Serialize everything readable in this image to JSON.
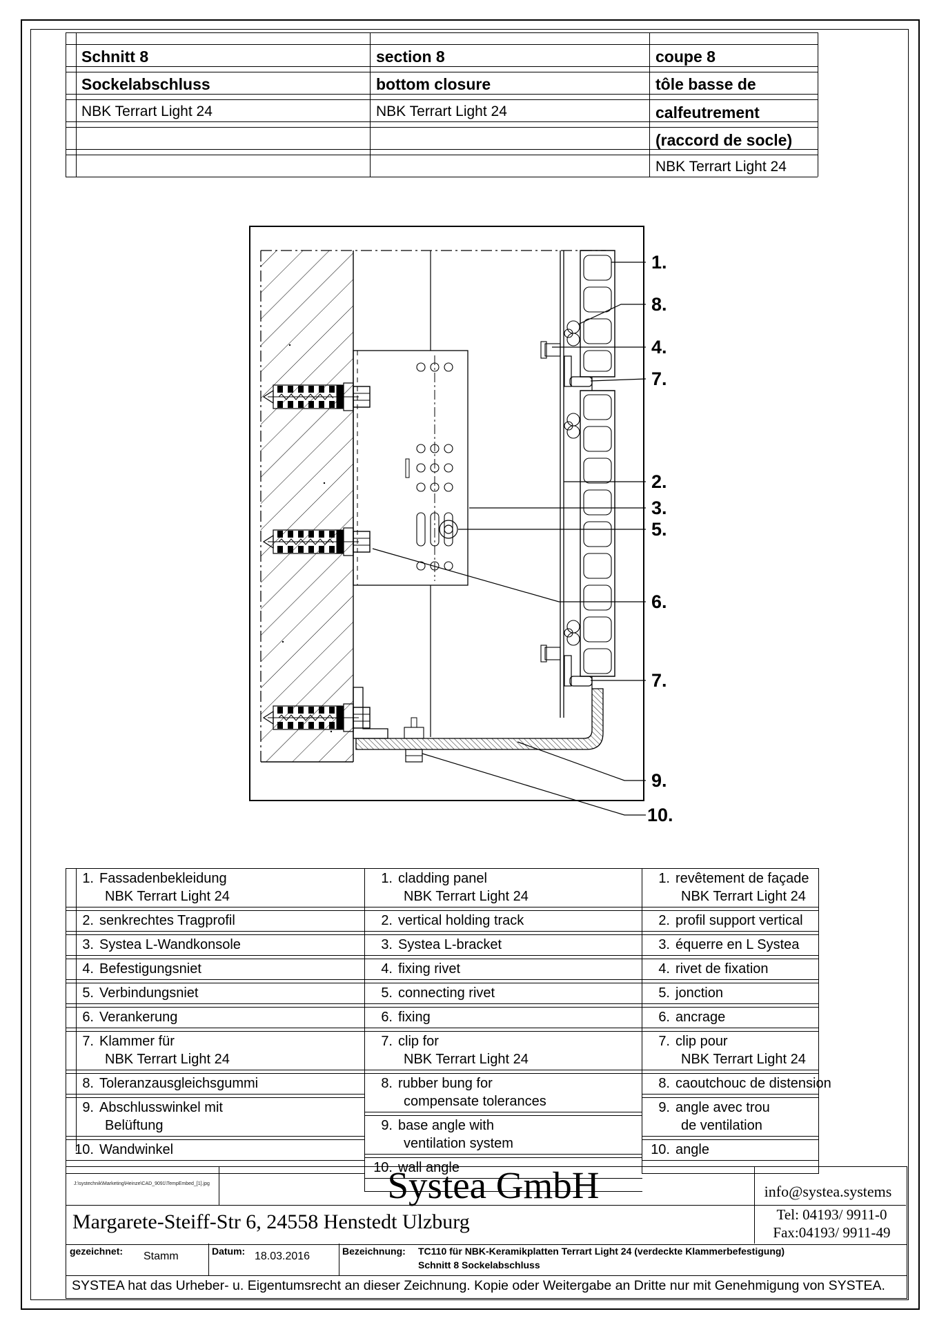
{
  "header": {
    "de": {
      "title": "Schnitt 8",
      "subtitle": "Sockelabschluss",
      "product": "NBK Terrart Light 24"
    },
    "en": {
      "title": "section 8",
      "subtitle": "bottom closure",
      "product": "NBK Terrart Light 24"
    },
    "fr": {
      "title": "coupe 8",
      "subtitle_l1": "tôle basse de",
      "subtitle_l2": "calfeutrement",
      "subtitle_l3": "(raccord de socle)",
      "product": "NBK Terrart Light 24"
    }
  },
  "drawing": {
    "callouts": [
      {
        "label": "1."
      },
      {
        "label": "8."
      },
      {
        "label": "4."
      },
      {
        "label": "7."
      },
      {
        "label": "2."
      },
      {
        "label": "3."
      },
      {
        "label": "5."
      },
      {
        "label": "6."
      },
      {
        "label": "7."
      },
      {
        "label": "9."
      },
      {
        "label": "10."
      }
    ]
  },
  "legend": {
    "columns": [
      {
        "lang": "de",
        "items": [
          {
            "num": "1.",
            "lines": [
              "Fassadenbekleidung",
              "NBK Terrart Light 24"
            ]
          },
          {
            "num": "2.",
            "lines": [
              "senkrechtes Tragprofil"
            ]
          },
          {
            "num": "3.",
            "lines": [
              "Systea L-Wandkonsole"
            ]
          },
          {
            "num": "4.",
            "lines": [
              "Befestigungsniet"
            ]
          },
          {
            "num": "5.",
            "lines": [
              "Verbindungsniet"
            ]
          },
          {
            "num": "6.",
            "lines": [
              "Verankerung"
            ]
          },
          {
            "num": "7.",
            "lines": [
              "Klammer für",
              "NBK Terrart Light 24"
            ]
          },
          {
            "num": "8.",
            "lines": [
              "Toleranzausgleichsgummi"
            ]
          },
          {
            "num": "9.",
            "lines": [
              "Abschlusswinkel mit",
              "Belüftung"
            ]
          },
          {
            "num": "10.",
            "lines": [
              "Wandwinkel"
            ]
          }
        ]
      },
      {
        "lang": "en",
        "items": [
          {
            "num": "1.",
            "lines": [
              "cladding panel",
              "NBK Terrart Light 24"
            ]
          },
          {
            "num": "2.",
            "lines": [
              "vertical holding track"
            ]
          },
          {
            "num": "3.",
            "lines": [
              "Systea L-bracket"
            ]
          },
          {
            "num": "4.",
            "lines": [
              "fixing rivet"
            ]
          },
          {
            "num": "5.",
            "lines": [
              "connecting rivet"
            ]
          },
          {
            "num": "6.",
            "lines": [
              "fixing"
            ]
          },
          {
            "num": "7.",
            "lines": [
              "clip for",
              "NBK Terrart Light 24"
            ]
          },
          {
            "num": "8.",
            "lines": [
              "rubber bung for",
              "compensate tolerances"
            ]
          },
          {
            "num": "9.",
            "lines": [
              "base angle with",
              "ventilation system"
            ]
          },
          {
            "num": "10.",
            "lines": [
              "wall angle"
            ]
          }
        ]
      },
      {
        "lang": "fr",
        "items": [
          {
            "num": "1.",
            "lines": [
              "revêtement de façade",
              "NBK Terrart Light 24"
            ]
          },
          {
            "num": "2.",
            "lines": [
              "profil support vertical"
            ]
          },
          {
            "num": "3.",
            "lines": [
              "équerre en L Systea"
            ]
          },
          {
            "num": "4.",
            "lines": [
              "rivet de fixation"
            ]
          },
          {
            "num": "5.",
            "lines": [
              "jonction"
            ]
          },
          {
            "num": "6.",
            "lines": [
              "ancrage"
            ]
          },
          {
            "num": "7.",
            "lines": [
              "clip pour",
              "NBK Terrart Light 24"
            ]
          },
          {
            "num": "8.",
            "lines": [
              "caoutchouc de distension"
            ]
          },
          {
            "num": "9.",
            "lines": [
              "angle avec trou",
              "de ventilation"
            ]
          },
          {
            "num": "10.",
            "lines": [
              "angle"
            ]
          }
        ]
      }
    ]
  },
  "titleblock": {
    "file_path": "J:\\systechnik\\Marketing\\Heinze\\CAD_9091\\TempEmbed_[1].jpg",
    "company": "Systea GmbH",
    "email": "info@systea.systems",
    "address": "Margarete-Steiff-Str 6, 24558 Henstedt Ulzburg",
    "tel": "Tel: 04193/ 9911-0",
    "fax": "Fax:04193/ 9911-49",
    "drawn_label": "gezeichnet:",
    "drawn_value": "Stamm",
    "date_label": "Datum:",
    "date_value": "18.03.2016",
    "desc_label": "Bezeichnung:",
    "desc_line1": "TC110 für NBK-Keramikplatten Terrart Light 24 (verdeckte Klammerbefestigung)",
    "desc_line2": "Schnitt 8 Sockelabschluss",
    "copyright": "SYSTEA hat das Urheber- u. Eigentumsrecht an dieser Zeichnung. Kopie oder Weitergabe an Dritte nur mit Genehmigung von SYSTEA."
  }
}
